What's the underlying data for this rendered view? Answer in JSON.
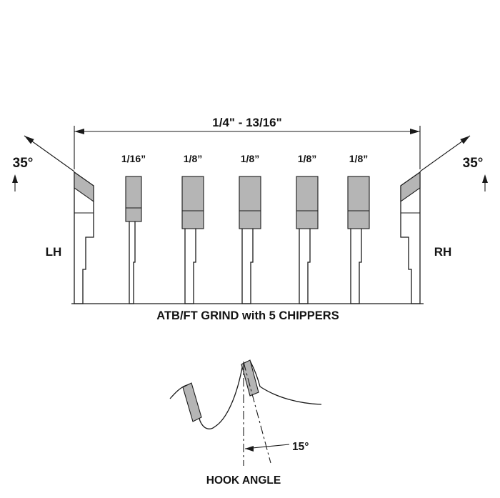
{
  "colors": {
    "tip_gray": "#b5b5b5",
    "line": "#1a1a1a"
  },
  "dimension": {
    "label": "1/4\" - 13/16\""
  },
  "bevel_angle": {
    "left": "35°",
    "right": "35°"
  },
  "chipper_labels": [
    "1/16”",
    "1/8”",
    "1/8”",
    "1/8”",
    "1/8”"
  ],
  "side_labels": {
    "left": "LH",
    "right": "RH"
  },
  "hook_angle": {
    "label": "15°"
  },
  "captions": {
    "grind": "ATB/FT GRIND with 5 CHIPPERS",
    "hook": "HOOK ANGLE"
  }
}
